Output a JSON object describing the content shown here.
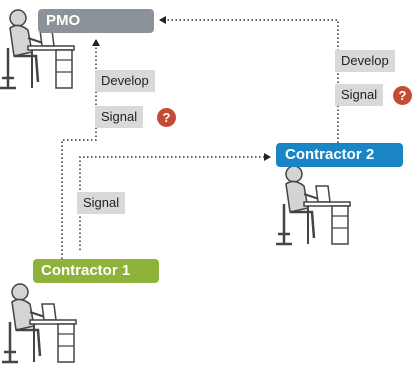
{
  "nodes": {
    "pmo": "PMO",
    "contractor_1": "Contractor 1",
    "contractor_2": "Contractor 2"
  },
  "labels": {
    "pmo_develop": "Develop",
    "pmo_signal": "Signal",
    "c2_develop": "Develop",
    "c2_signal": "Signal",
    "c1_signal": "Signal"
  },
  "icons": {
    "question": "?",
    "person": "person-at-desk-icon"
  },
  "colors": {
    "pmo": "#8c9299",
    "contractor_1": "#8fb33a",
    "contractor_2": "#1a85c4",
    "question": "#c64b35",
    "label_bg": "#d9d9d9"
  }
}
